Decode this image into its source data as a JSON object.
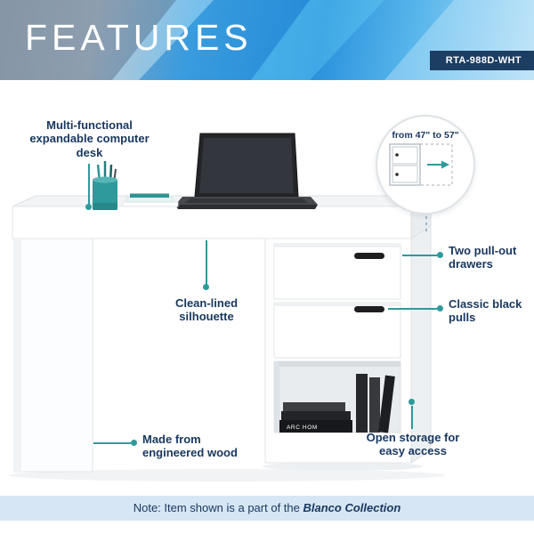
{
  "header": {
    "title": "FEATURES",
    "model": "RTA-988D-WHT"
  },
  "callouts": {
    "multi_functional": {
      "text": "Multi-functional expandable computer desk"
    },
    "extension": {
      "text": "from 47\" to 57\""
    },
    "drawers": {
      "text": "Two pull-out drawers"
    },
    "pulls": {
      "text": "Classic black pulls"
    },
    "silhouette": {
      "text": "Clean-lined silhouette"
    },
    "material": {
      "text": "Made from engineered wood"
    },
    "storage": {
      "text": "Open storage for easy access"
    }
  },
  "illustration": {
    "book_spine_text": "ARC HOM"
  },
  "footer": {
    "note_prefix": "Note: Item shown is a part of the ",
    "note_collection": "Blanco Collection"
  },
  "colors": {
    "accent_teal": "#2e9a9c",
    "text_navy": "#18375f",
    "badge_bg": "#1c3e63",
    "footer_bg": "#d6e6f4"
  }
}
